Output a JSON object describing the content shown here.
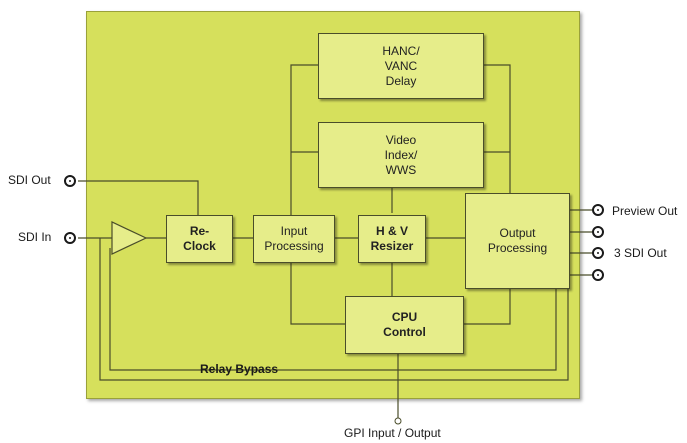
{
  "blocks": {
    "hanc": "HANC/\nVANC\nDelay",
    "video_index": "Video\nIndex/\nWWS",
    "reclock": "Re-\nClock",
    "input_processing": "Input\nProcessing",
    "hv_resizer": "H & V\nResizer",
    "output_processing": "Output\nProcessing",
    "cpu_control": "CPU\nControl"
  },
  "labels": {
    "sdi_out": "SDI Out",
    "sdi_in": "SDI In",
    "preview_out": "Preview Out",
    "three_sdi_out": "3 SDI Out",
    "relay_bypass": "Relay Bypass",
    "gpi": "GPI Input / Output"
  },
  "colors": {
    "board": "#d6e05c",
    "block": "#e6ed8a",
    "line": "#4a4d2a"
  }
}
